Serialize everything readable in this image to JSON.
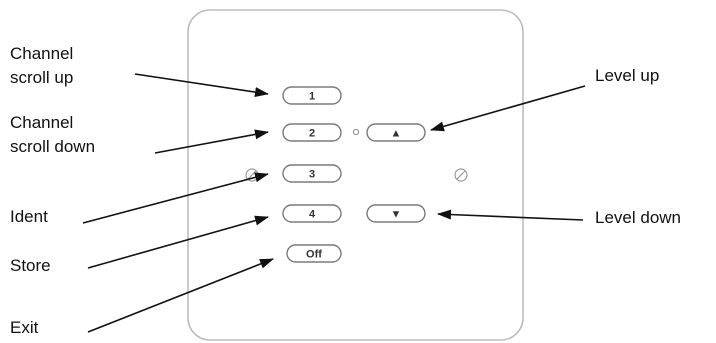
{
  "keypad": {
    "keys": [
      "1",
      "2",
      "3",
      "4",
      "Off"
    ],
    "level_keys": {
      "up_symbol": "▲",
      "down_symbol": "▼"
    }
  },
  "callouts": {
    "channel_scroll_up": [
      "Channel",
      "scroll up"
    ],
    "channel_scroll_down": [
      "Channel",
      "scroll down"
    ],
    "ident": "Ident",
    "store": "Store",
    "exit": "Exit",
    "level_up": "Level up",
    "level_down": "Level down"
  },
  "colors": {
    "panel_stroke": "#bdbdbd",
    "key_stroke": "#7a7a7a",
    "arrow": "#111111"
  }
}
